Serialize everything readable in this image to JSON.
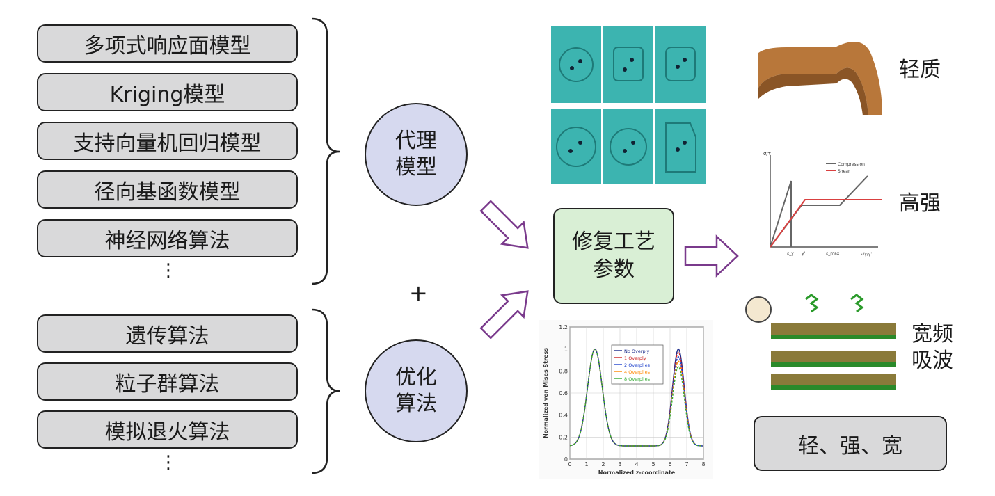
{
  "surrogate_models": {
    "items": [
      "多项式响应面模型",
      "Kriging模型",
      "支持向量机回归模型",
      "径向基函数模型",
      "神经网络算法"
    ],
    "ellipsis": "⋮"
  },
  "optimization_algorithms": {
    "items": [
      "遗传算法",
      "粒子群算法",
      "模拟退火算法"
    ],
    "ellipsis": "⋮"
  },
  "plus": "+",
  "circles": {
    "surrogate": [
      "代理",
      "模型"
    ],
    "optimization": [
      "优化",
      "算法"
    ]
  },
  "center": {
    "lines": [
      "修复工艺",
      "参数"
    ]
  },
  "properties": {
    "light": "轻质",
    "strong": "高强",
    "broadband": [
      "宽频",
      "吸波"
    ],
    "summary": "轻、强、宽"
  },
  "stress_chart": {
    "xlabel": "Normalized z-coordinate",
    "ylabel": "Normalized von Mises Stress",
    "x_ticks": [
      "0",
      "1",
      "2",
      "3",
      "4",
      "5",
      "6",
      "7",
      "8"
    ],
    "y_ticks": [
      "0",
      "0.2",
      "0.4",
      "0.6",
      "0.8",
      "1",
      "1.2"
    ],
    "legend": [
      "No Overply",
      "1 Overply",
      "2 Overplies",
      "4 Overplies",
      "8 Overplies"
    ],
    "colors": [
      "#1a2a8a",
      "#cc2222",
      "#2244cc",
      "#ff8800",
      "#33aa33"
    ]
  },
  "stress_strain_chart": {
    "ylabel": "σ/τ",
    "xlabel": "ε/γ/γ'",
    "legend": [
      "Compression",
      "Shear"
    ],
    "ticks": [
      "ε_y",
      "γ'",
      "ε_max"
    ],
    "colors": [
      "#555555",
      "#d94040"
    ]
  },
  "colors": {
    "box_gray": "#d9d9da",
    "circle_blue": "#d6d9ef",
    "center_green": "#d9efd5",
    "arrow_purple": "#7a3a8c",
    "mesh_teal": "#3cb4b0",
    "honeycomb_brown": "#b8773a"
  }
}
